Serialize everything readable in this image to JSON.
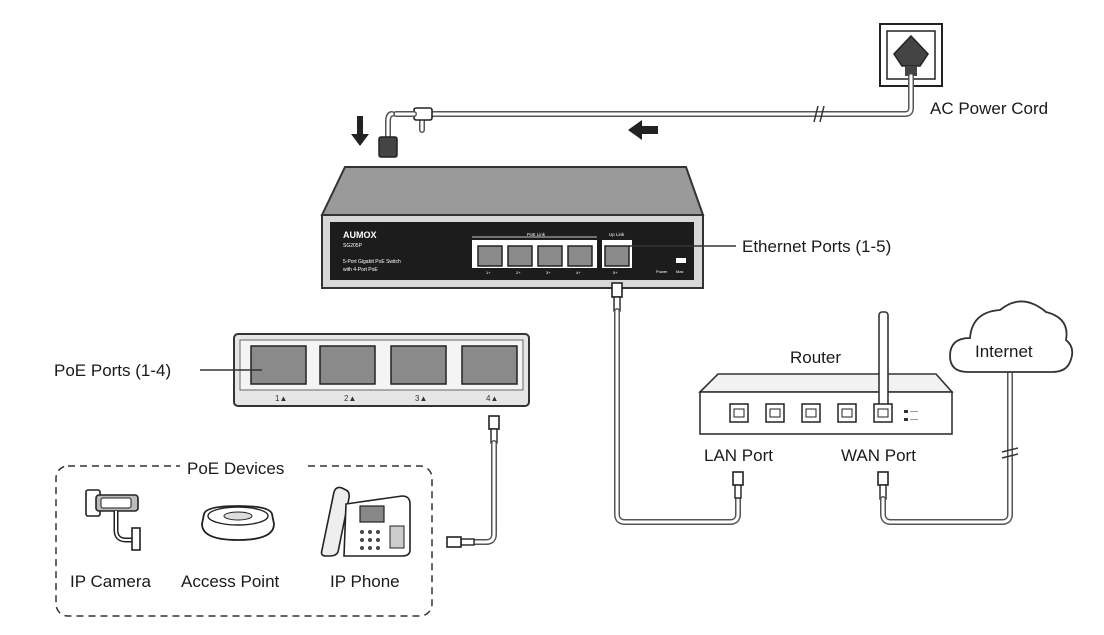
{
  "labels": {
    "ac_power_cord": "AC Power Cord",
    "ethernet_ports": "Ethernet Ports (1-5)",
    "poe_ports": "PoE  Ports  (1-4)",
    "router": "Router",
    "internet": "Internet",
    "lan_port": "LAN  Port",
    "wan_port": "WAN Port",
    "poe_devices": "PoE Devices",
    "ip_camera": "IP Camera",
    "access_point": "Access Point",
    "ip_phone": "IP  Phone"
  },
  "switch": {
    "brand": "AUMOX",
    "model": "SG205P",
    "desc_line1": "5-Port Gigabit PoE Switch",
    "desc_line2": "with 4-Port PoE",
    "poe_link_label": "PoE Link",
    "uplink_label": "Up Link",
    "port_labels": [
      "1+",
      "2+",
      "3+",
      "4+"
    ],
    "uplink_port_label": "5+",
    "power_label": "Power",
    "max_label": "Max"
  },
  "poe_panel": {
    "port_numbers": [
      "1▲",
      "2▲",
      "3▲",
      "4▲"
    ]
  },
  "colors": {
    "switch_front": "#1c1c1c",
    "switch_top": "#9a9a9a",
    "port_fill": "#8a8a8a",
    "cable": "#555555",
    "panel_bg": "#e6e6e6"
  }
}
